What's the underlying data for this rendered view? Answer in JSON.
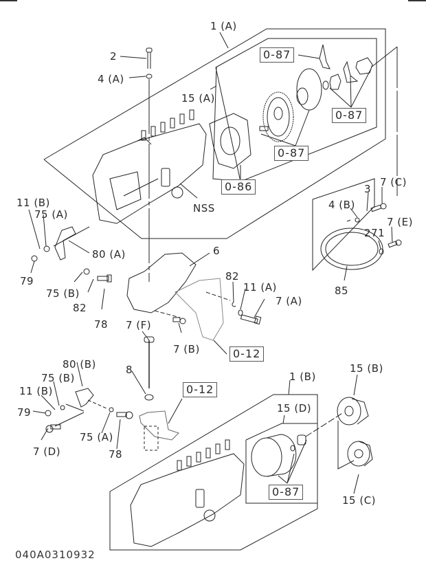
{
  "diagram": {
    "code": "040A0310932",
    "colors": {
      "line": "#222222",
      "text": "#2a2a2a",
      "background": "#ffffff"
    },
    "labels": {
      "l_1A": "1 (A)",
      "l_2": "2",
      "l_4A": "4 (A)",
      "l_15A": "15 (A)",
      "l_NSS": "NSS",
      "l_11B_top": "11 (B)",
      "l_75A_top": "75 (A)",
      "l_80A": "80 (A)",
      "l_79_top": "79",
      "l_75B_top": "75 (B)",
      "l_82_left": "82",
      "l_78_top": "78",
      "l_6": "6",
      "l_82_right": "82",
      "l_11A": "11 (A)",
      "l_7A": "7 (A)",
      "l_7B": "7 (B)",
      "l_7F": "7 (F)",
      "l_7C": "7 (C)",
      "l_3": "3",
      "l_4B": "4 (B)",
      "l_7E": "7 (E)",
      "l_271": "271",
      "l_85": "85",
      "l_8": "8",
      "l_80B": "80 (B)",
      "l_75B_bot": "75 (B)",
      "l_11B_bot": "11 (B)",
      "l_79_bot": "79",
      "l_7D": "7 (D)",
      "l_75A_bot": "75 (A)",
      "l_78_bot": "78",
      "l_1B": "1 (B)",
      "l_15B": "15 (B)",
      "l_15D": "15 (D)",
      "l_15C": "15 (C)"
    },
    "refs": {
      "r_087_a": "0-87",
      "r_087_b": "0-87",
      "r_087_c": "0-87",
      "r_086": "0-86",
      "r_012_a": "0-12",
      "r_012_b": "0-12",
      "r_087_d": "0-87"
    }
  }
}
